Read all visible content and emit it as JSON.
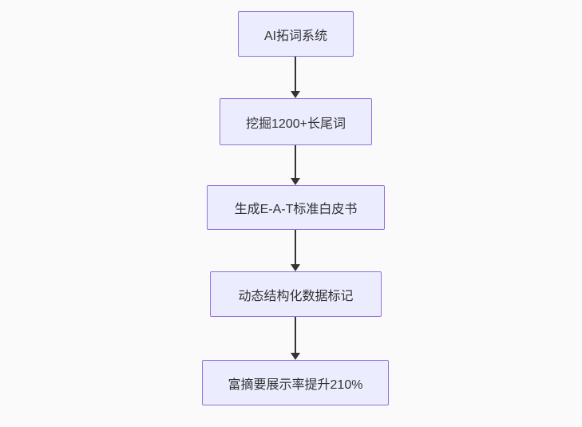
{
  "diagram": {
    "type": "flowchart",
    "direction": "top-down",
    "nodes": [
      {
        "id": "n1",
        "label": "AI拓词系统"
      },
      {
        "id": "n2",
        "label": "挖掘1200+长尾词"
      },
      {
        "id": "n3",
        "label": "生成E-A-T标准白皮书"
      },
      {
        "id": "n4",
        "label": "动态结构化数据标记"
      },
      {
        "id": "n5",
        "label": "富摘要展示率提升210%"
      }
    ],
    "edges": [
      {
        "from": "n1",
        "to": "n2",
        "style": "arrow-down"
      },
      {
        "from": "n2",
        "to": "n3",
        "style": "arrow-down"
      },
      {
        "from": "n3",
        "to": "n4",
        "style": "arrow-down"
      },
      {
        "from": "n4",
        "to": "n5",
        "style": "arrow-down"
      }
    ],
    "colors": {
      "node_fill": "#ececff",
      "node_border": "#9370db",
      "text": "#333333",
      "arrow": "#333333",
      "background": "#fafafa"
    }
  }
}
